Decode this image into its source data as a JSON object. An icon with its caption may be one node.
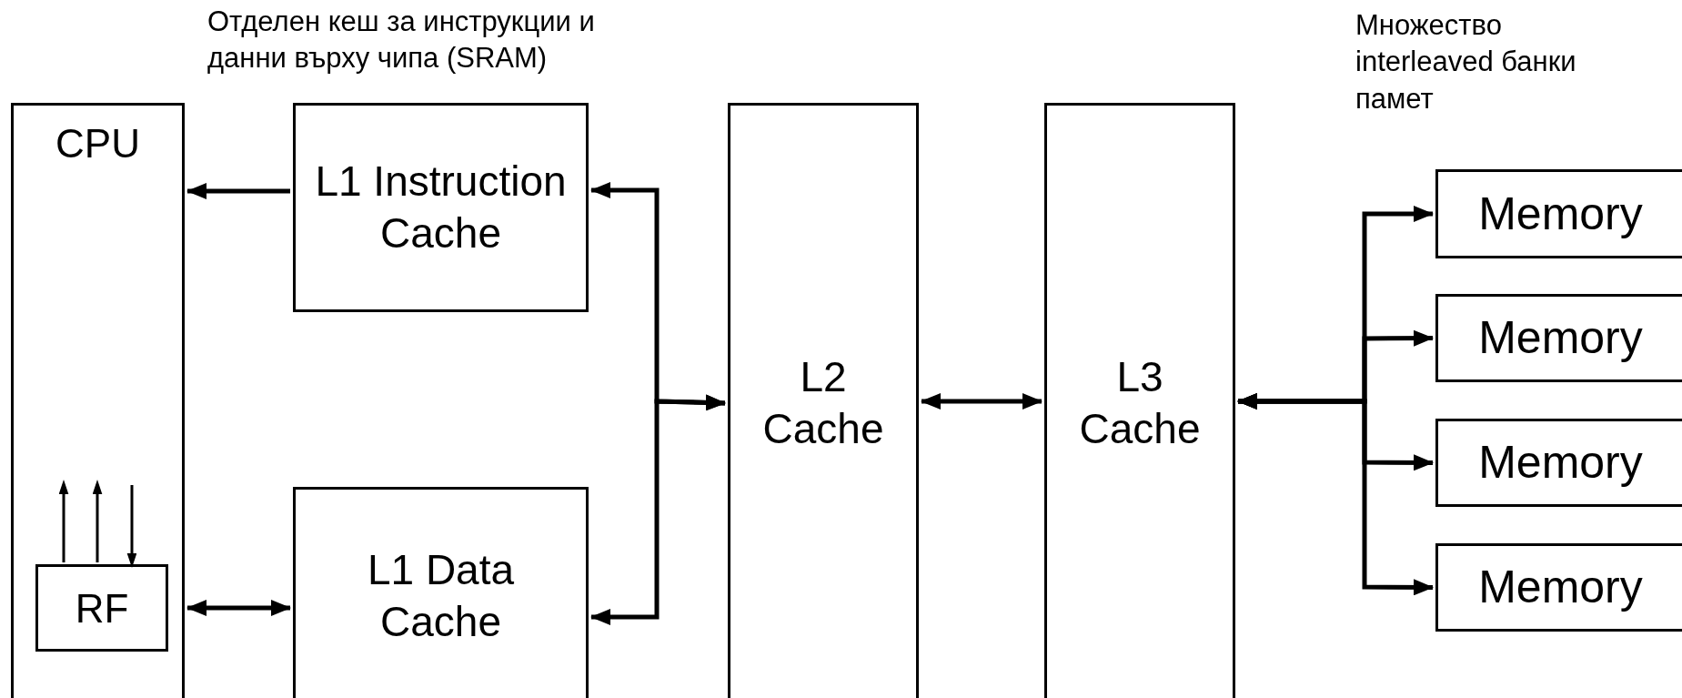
{
  "diagram": {
    "nodes": [
      {
        "text": [
          "CPU"
        ]
      },
      {
        "text": [
          "RF"
        ],
        "in": 0
      },
      {
        "text": [
          "L1 Instruction Cache"
        ]
      },
      {
        "text": [
          "L1 Data Cache"
        ]
      },
      {
        "text": [
          "L2 Cache"
        ]
      },
      {
        "text": [
          "L3 Cache"
        ]
      },
      {
        "text": [
          "Memory"
        ]
      },
      {
        "text": [
          "Memory"
        ]
      },
      {
        "text": [
          "Memory"
        ]
      },
      {
        "text": [
          "Memory"
        ]
      }
    ],
    "edges": [
      {
        "from": 2,
        "to": 0,
        "arrow": "to"
      },
      {
        "from": 0,
        "to": 3,
        "arrow": "both"
      },
      {
        "from": 2,
        "to": 4,
        "arrow": "both"
      },
      {
        "from": 3,
        "to": 4,
        "arrow": "both"
      },
      {
        "from": 4,
        "to": 5,
        "arrow": "both"
      },
      {
        "from": 5,
        "to": 6,
        "arrow": "both"
      },
      {
        "from": 5,
        "to": 7,
        "arrow": "both"
      },
      {
        "from": 5,
        "to": 8,
        "arrow": "both"
      },
      {
        "from": 5,
        "to": 9,
        "arrow": "both"
      },
      {
        "from": 1,
        "to": null,
        "arrow": "to"
      },
      {
        "from": 1,
        "to": null,
        "arrow": "to"
      },
      {
        "from": null,
        "to": 1,
        "arrow": "to"
      }
    ],
    "labels": [
      "Отделен кеш за инструкции и данни върху чипа (SRAM)",
      "Множество interleaved банки памет"
    ]
  }
}
